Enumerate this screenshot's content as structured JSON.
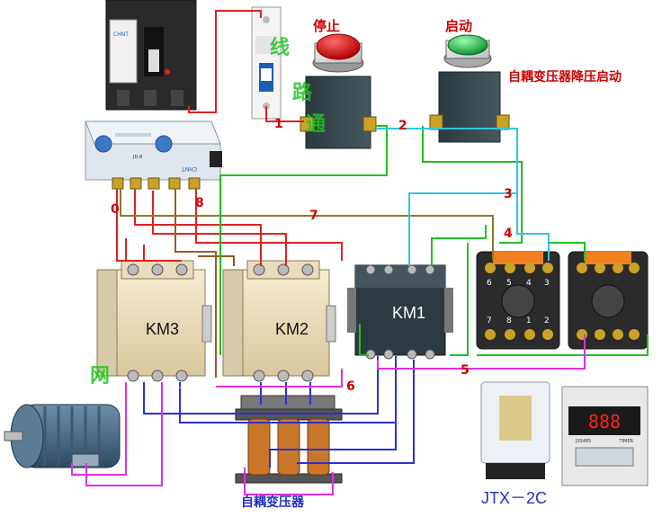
{
  "title": "自耦变压器降压启动",
  "buttons": {
    "stop": "停止",
    "start": "启动"
  },
  "breaker_brand": "CHNT",
  "protector_brand": "CHNT",
  "protector_model": "JD-8",
  "contactors": {
    "km1": "KM1",
    "km2": "KM2",
    "km3": "KM3"
  },
  "transformer_label": "自耦变压器",
  "relay_label": "JTX－2C",
  "timer_display": "888",
  "timer_brand": "TIMER",
  "timer_model": "JSS48S",
  "wire_numbers": [
    "1",
    "2",
    "3",
    "4",
    "5",
    "6",
    "7",
    "8",
    "0"
  ],
  "relay_socket_pins_top": [
    "6",
    "5",
    "4",
    "3"
  ],
  "relay_socket_pins_bottom": [
    "7",
    "8",
    "1",
    "2"
  ],
  "watermark": [
    "线",
    "路",
    "通",
    "网"
  ],
  "colors": {
    "wire_red": "#e02020",
    "wire_green": "#20c020",
    "wire_blue": "#3030d0",
    "wire_cyan": "#30c8e0",
    "wire_magenta": "#e030e0",
    "wire_olive": "#8a7a2a",
    "label_red": "#cc0000"
  }
}
